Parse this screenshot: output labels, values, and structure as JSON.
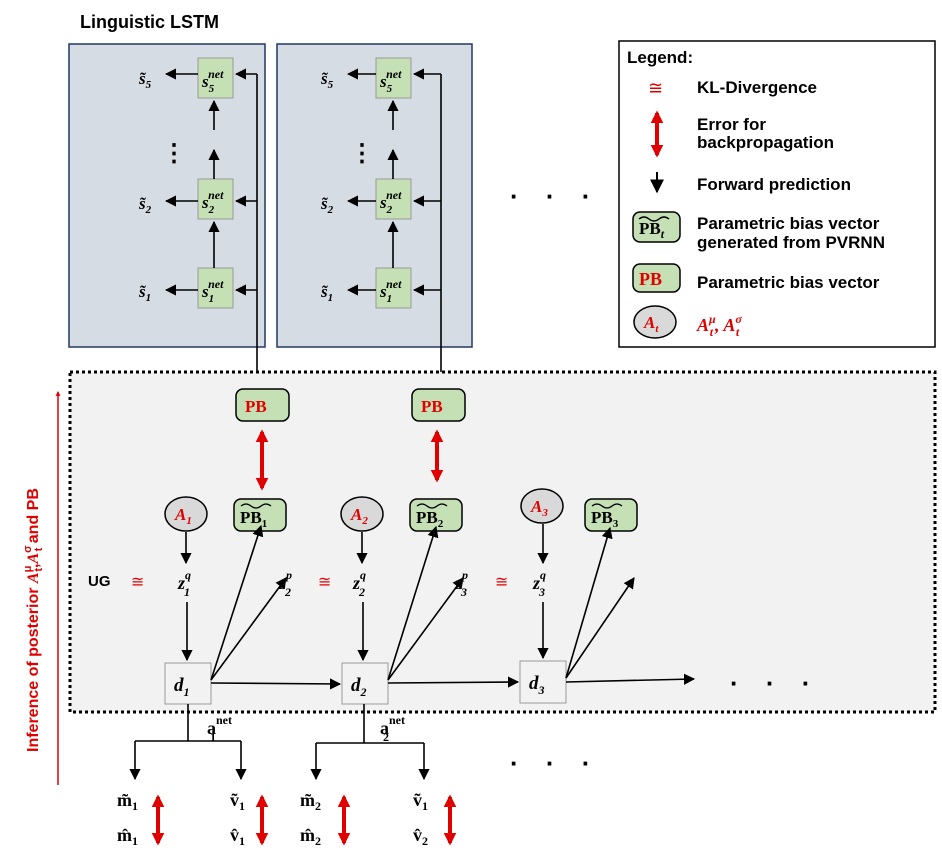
{
  "title": "Linguistic LSTM",
  "legend": {
    "heading": "Legend:",
    "kl_symbol": "≅",
    "kl_label": "KL-Divergence",
    "error_label_line1": "Error for",
    "error_label_line2": "backpropagation",
    "forward_label": "Forward prediction",
    "pb_tilde_label": "PB",
    "pb_tilde_sub": "t",
    "pb_tilde_desc_line1": "Parametric bias vector",
    "pb_tilde_desc_line2": "generated from PVRNN",
    "pb_label": "PB",
    "pb_desc": "Parametric bias vector",
    "a_label": "A",
    "a_sub": "t",
    "a_desc_mu": "A",
    "a_desc_mu_sup": "μ",
    "a_desc_sigma_sup": "σ",
    "a_desc_sub": "t"
  },
  "lstm_nodes": {
    "net_sup": "net",
    "s": "s",
    "s_tilde": "s̃",
    "subs": [
      "1",
      "2",
      "5"
    ],
    "vdots": "⋮"
  },
  "pb": {
    "label": "PB",
    "tilde_subs": [
      "1",
      "2",
      "3"
    ]
  },
  "a_nodes": {
    "label": "A",
    "subs": [
      "1",
      "2",
      "3"
    ]
  },
  "z_nodes": {
    "z": "z",
    "q": "q",
    "p": "p",
    "q_subs": [
      "1",
      "2",
      "3"
    ],
    "p_subs": [
      "2",
      "3"
    ]
  },
  "d_nodes": {
    "d": "d",
    "subs": [
      "1",
      "2",
      "3"
    ]
  },
  "a_net": {
    "a": "a",
    "sup": "net",
    "subs": [
      "1",
      "2"
    ]
  },
  "outputs": {
    "m_tilde": "m̃",
    "v_tilde": "ṽ",
    "m_hat": "m̂",
    "v_hat": "v̂",
    "top_subs": [
      "1",
      "1",
      "2",
      "1"
    ],
    "bottom_subs": [
      "1",
      "1",
      "2",
      "2"
    ]
  },
  "ug_label": "UG",
  "kl_symbol": "≅",
  "ellipsis": "· · ·",
  "vertical_label": {
    "prefix": "Inference of posterior ",
    "a": "A",
    "mu": "μ",
    "sigma": "σ",
    "t": "t",
    "comma": ",",
    "suffix": " and PB"
  },
  "colors": {
    "lstm_panel": "#d6dce4",
    "lstm_border": "#203864",
    "node_green": "#c5e0b4",
    "pb_green": "#c5e0b4",
    "a_gray": "#d9d9d9",
    "region_gray": "#f2f2f2",
    "error_red": "#e00000"
  }
}
